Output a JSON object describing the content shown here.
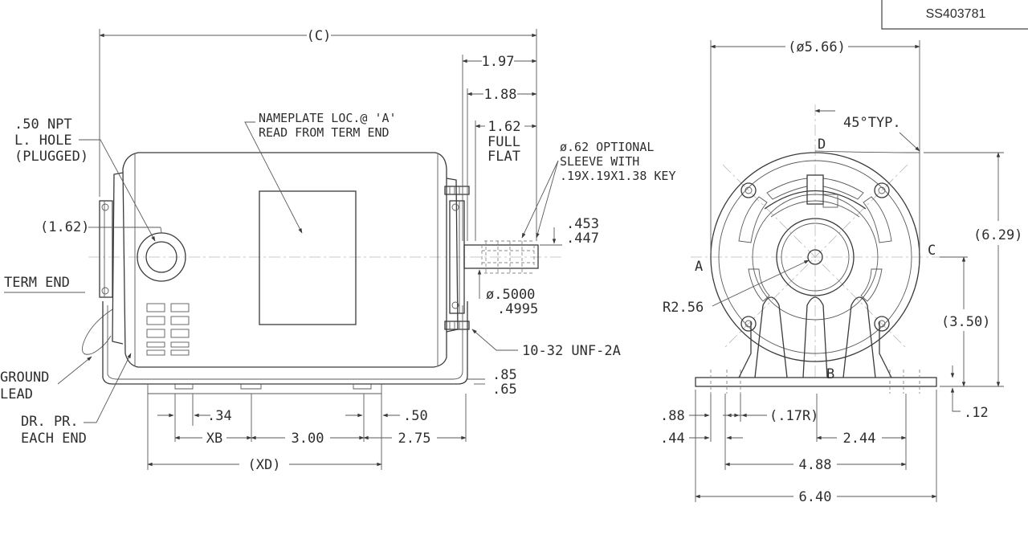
{
  "document_number": "SS403781",
  "side_view": {
    "overall_length": "(C)",
    "dim_1_97": "1.97",
    "dim_1_88": "1.88",
    "dim_1_62_full_flat": [
      "1.62",
      "FULL",
      "FLAT"
    ],
    "optional_sleeve": [
      "ø.62 OPTIONAL",
      "SLEEVE WITH",
      ".19X.19X1.38 KEY"
    ],
    "shaft_flat_tol": [
      ".453",
      ".447"
    ],
    "shaft_dia_tol": [
      "ø.5000",
      ".4995"
    ],
    "thread": "10-32 UNF-2A",
    "base_offset": [
      ".85",
      ".65"
    ],
    "nameplate_note": [
      "NAMEPLATE LOC.@ 'A'",
      "READ FROM TERM END"
    ],
    "npt_hole_note": [
      ".50 NPT",
      "L. HOLE",
      "(PLUGGED)"
    ],
    "dim_1_62_paren": "(1.62)",
    "term_end": "TERM END",
    "ground_lead": [
      "GROUND",
      "LEAD"
    ],
    "drain_note": [
      "DR. PR.",
      "EACH END"
    ],
    "dim_34": ".34",
    "dim_50": ".50",
    "dim_xb": "XB",
    "dim_3_00": "3.00",
    "dim_2_75": "2.75",
    "dim_xd": "(XD)"
  },
  "end_view": {
    "diameter": "(ø5.66)",
    "angle_note": "45°TYP.",
    "height_total": "(6.29)",
    "height_center": "(3.50)",
    "base_thickness": ".12",
    "radius": "R2.56",
    "label_a": "A",
    "label_b": "B",
    "label_c": "C",
    "label_d": "D",
    "dim_88": ".88",
    "dim_44": ".44",
    "dim_17r": "(.17R)",
    "dim_2_44": "2.44",
    "dim_4_88": "4.88",
    "dim_6_40": "6.40"
  }
}
